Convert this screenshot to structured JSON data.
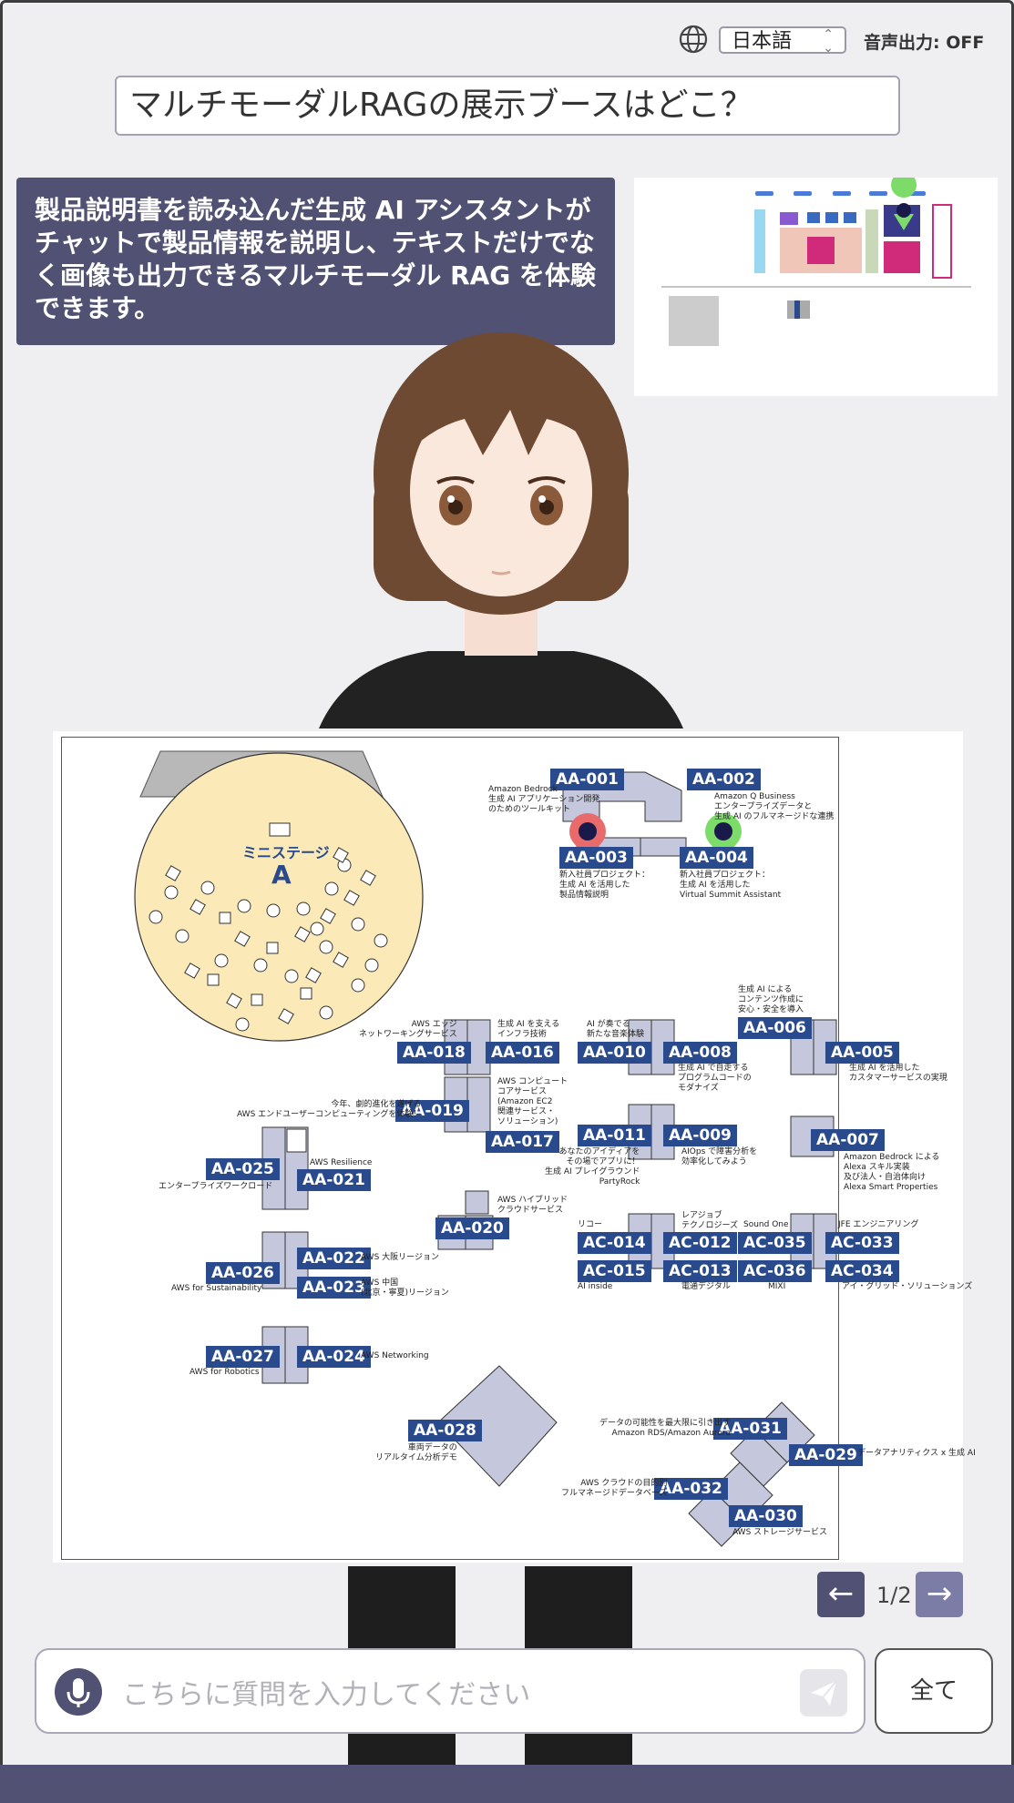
{
  "header": {
    "language": "日本語",
    "voice_output": "音声出力: OFF"
  },
  "question": "マルチモーダルRAGの展示ブースはどこ？",
  "answer": "製品説明書を読み込んだ生成 AI アシスタントがチャットで製品情報を説明し、テキストだけでなく画像も出力できるマルチモーダル RAG を体験できます。",
  "map": {
    "stage_title": "ミニステージ",
    "stage_letter": "A",
    "booths": [
      {
        "id": "AA-001"
      },
      {
        "id": "AA-002"
      },
      {
        "id": "AA-003"
      },
      {
        "id": "AA-004"
      },
      {
        "id": "AA-005"
      },
      {
        "id": "AA-006"
      },
      {
        "id": "AA-007"
      },
      {
        "id": "AA-008"
      },
      {
        "id": "AA-009"
      },
      {
        "id": "AA-010"
      },
      {
        "id": "AA-011"
      },
      {
        "id": "AC-012"
      },
      {
        "id": "AC-013"
      },
      {
        "id": "AC-014"
      },
      {
        "id": "AC-015"
      },
      {
        "id": "AA-016"
      },
      {
        "id": "AA-017"
      },
      {
        "id": "AA-018"
      },
      {
        "id": "AA-019"
      },
      {
        "id": "AA-020"
      },
      {
        "id": "AA-021"
      },
      {
        "id": "AA-022"
      },
      {
        "id": "AA-023"
      },
      {
        "id": "AA-024"
      },
      {
        "id": "AA-025"
      },
      {
        "id": "AA-026"
      },
      {
        "id": "AA-027"
      },
      {
        "id": "AA-028"
      },
      {
        "id": "AA-029"
      },
      {
        "id": "AA-030"
      },
      {
        "id": "AA-031"
      },
      {
        "id": "AA-032"
      },
      {
        "id": "AC-033"
      },
      {
        "id": "AC-034"
      },
      {
        "id": "AC-035"
      },
      {
        "id": "AC-036"
      }
    ],
    "captions": {
      "c001": "Amazon Bedrock\n生成 AI アプリケーション開発\nのためのツールキット",
      "c002": "Amazon Q Business\nエンタープライズデータと\n生成 AI のフルマネージドな連携",
      "c003": "新入社員プロジェクト：\n生成 AI を活用した\n製品情報説明",
      "c004": "新入社員プロジェクト：\n生成 AI を活用した\nVirtual Summit Assistant",
      "c005": "生成 AI を活用した\nカスタマーサービスの実現",
      "c006": "生成 AI による\nコンテンツ作成に\n安心・安全を導入",
      "c007": "Amazon Bedrock による\nAlexa スキル実装\n及び法人・自治体向け\nAlexa Smart Properties",
      "c008": "生成 AI で自走する\nプログラムコードの\nモダナイズ",
      "c009": "AIOps で障害分析を\n効率化してみよう",
      "c010": "AI が奏でる\n新たな音楽体験",
      "c011": "あなたのアイディアを\nその場でアプリに！\n生成 AI プレイグラウンド\nPartyRock",
      "c012": "レアジョブ\nテクノロジーズ",
      "c013": "電通デジタル",
      "c014": "リコー",
      "c015": "AI inside",
      "c016": "生成 AI を支える\nインフラ技術",
      "c017": "AWS コンピュート\nコアサービス\n(Amazon EC2\n関連サービス・\nソリューション)",
      "c018": "AWS エッジ\nネットワーキングサービス",
      "c019": "今年、劇的進化を遂げる\nAWS エンドユーザーコンピューティングを体験！",
      "c020": "AWS ハイブリッド\nクラウドサービス",
      "c021": "AWS Resilience",
      "c022": "AWS 大阪リージョン",
      "c023": "AWS 中国\n(北京・寧夏)リージョン",
      "c024": "AWS Networking",
      "c025": "エンタープライズワークロード",
      "c026": "AWS for Sustainability",
      "c027": "AWS for Robotics",
      "c028": "車両データの\nリアルタイム分析デモ",
      "c029": "データアナリティクス x 生成 AI",
      "c030": "AWS ストレージサービス",
      "c031": "データの可能性を最大限に引き出す\nAmazon RDS/Amazon Aurora",
      "c032": "AWS クラウドの目的別\nフルマネージドデータベース",
      "c033": "JFE エンジニアリング",
      "c034": "アイ・グリッド・ソリューションズ",
      "c035": "Sound One",
      "c036": "MIXI"
    }
  },
  "pager": {
    "count": "1/2",
    "prev_icon": "arrow-left-icon",
    "next_icon": "arrow-right-icon"
  },
  "chat": {
    "placeholder": "こちらに質問を入力してください",
    "all_button": "全て"
  },
  "colors": {
    "accent": "#515273",
    "booth": "#2a4a8e",
    "stage": "#fbeab8",
    "booth_block": "#c5c8dc",
    "pin_red": "#e86a6a",
    "pin_green": "#7ddb6a"
  }
}
